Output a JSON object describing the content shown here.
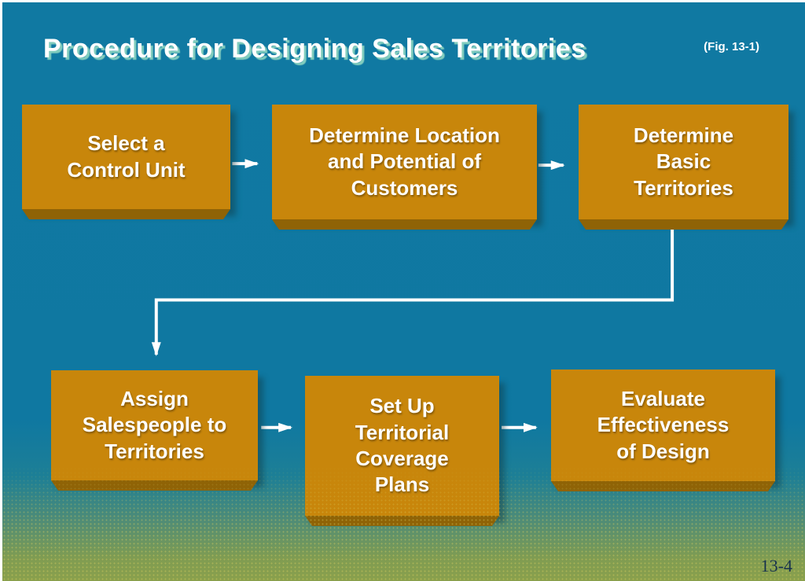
{
  "slide": {
    "title": "Procedure for Designing Sales Territories",
    "fig_label": "(Fig. 13-1)",
    "page_number": "13-4"
  },
  "boxes": [
    {
      "id": "select-control-unit",
      "label": "Select a\nControl Unit"
    },
    {
      "id": "determine-location-potential",
      "label": "Determine Location\nand Potential of\nCustomers"
    },
    {
      "id": "determine-basic-territories",
      "label": "Determine\nBasic\nTerritories"
    },
    {
      "id": "assign-salespeople",
      "label": "Assign\nSalespeople to\nTerritories"
    },
    {
      "id": "setup-territorial-coverage",
      "label": "Set Up\nTerritorial\nCoverage\nPlans"
    },
    {
      "id": "evaluate-effectiveness",
      "label": "Evaluate\nEffectiveness\nof Design"
    }
  ],
  "colors": {
    "background_teal": "#0f79a1",
    "box_orange": "#c8860b",
    "box_bevel_dark": "#8f6306",
    "bottom_band_green": "#8aa04c",
    "arrow_white": "#ffffff",
    "title_shadow_green": "#96dcc3",
    "page_number_dark": "#17324e"
  }
}
